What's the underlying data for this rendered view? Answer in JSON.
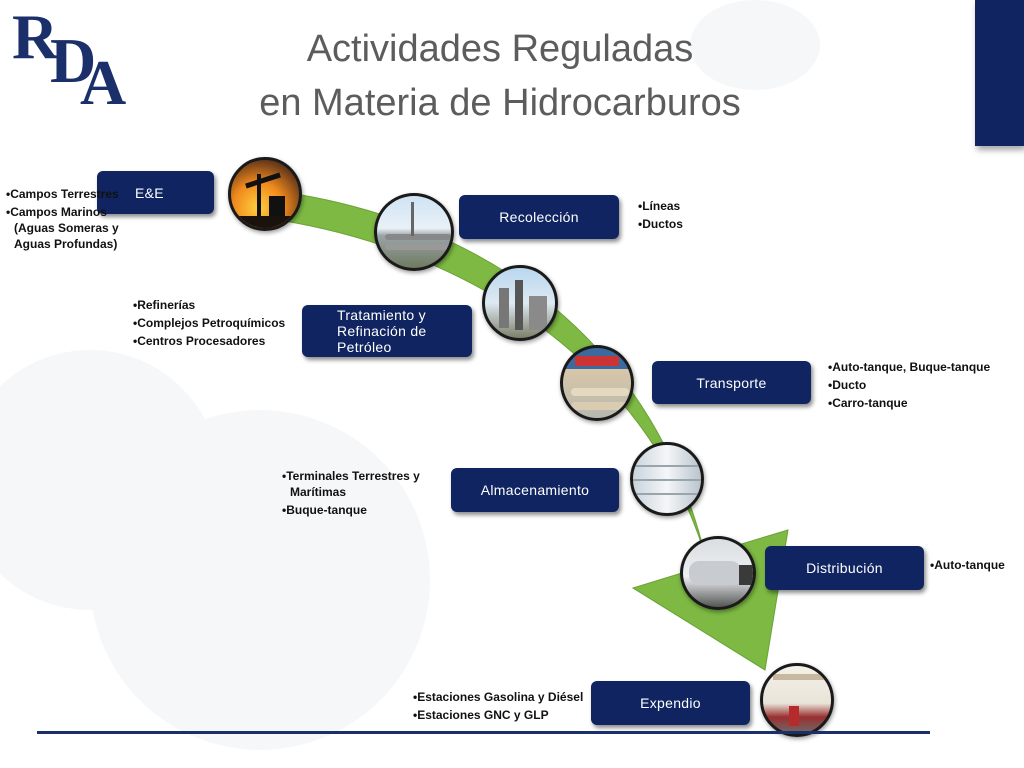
{
  "logo": {
    "letters": [
      "R",
      "D",
      "A"
    ]
  },
  "title": {
    "line1": "Actividades Reguladas",
    "line2": "en Materia de Hidrocarburos"
  },
  "colors": {
    "navy": "#0f2461",
    "arrow_green": "#7db943",
    "title_gray": "#5c5c5c"
  },
  "stages": [
    {
      "label": "E&E",
      "photo": "oil-pump-jack-sunset",
      "bullets": [
        "Campos Terrestres",
        "Campos Marinos (Aguas Someras y Aguas Profundas)"
      ]
    },
    {
      "label": "Recolección",
      "photo": "pipelines",
      "bullets": [
        "Líneas",
        "Ductos"
      ]
    },
    {
      "label": "Tratamiento y Refinación de Petróleo",
      "photo": "refinery",
      "bullets": [
        "Refinerías",
        "Complejos Petroquímicos",
        "Centros Procesadores"
      ]
    },
    {
      "label": "Transporte",
      "photo": "ship-and-pipes",
      "bullets": [
        "Auto-tanque, Buque-tanque",
        "Ducto",
        "Carro-tanque"
      ]
    },
    {
      "label": "Almacenamiento",
      "photo": "storage-tank",
      "bullets": [
        "Terminales Terrestres y Marítimas",
        "Buque-tanque"
      ]
    },
    {
      "label": "Distribución",
      "photo": "tanker-truck",
      "bullets": [
        "Auto-tanque"
      ]
    },
    {
      "label": "Expendio",
      "photo": "gas-station",
      "bullets": [
        "Estaciones Gasolina y Diésel",
        "Estaciones GNC y GLP"
      ]
    }
  ]
}
